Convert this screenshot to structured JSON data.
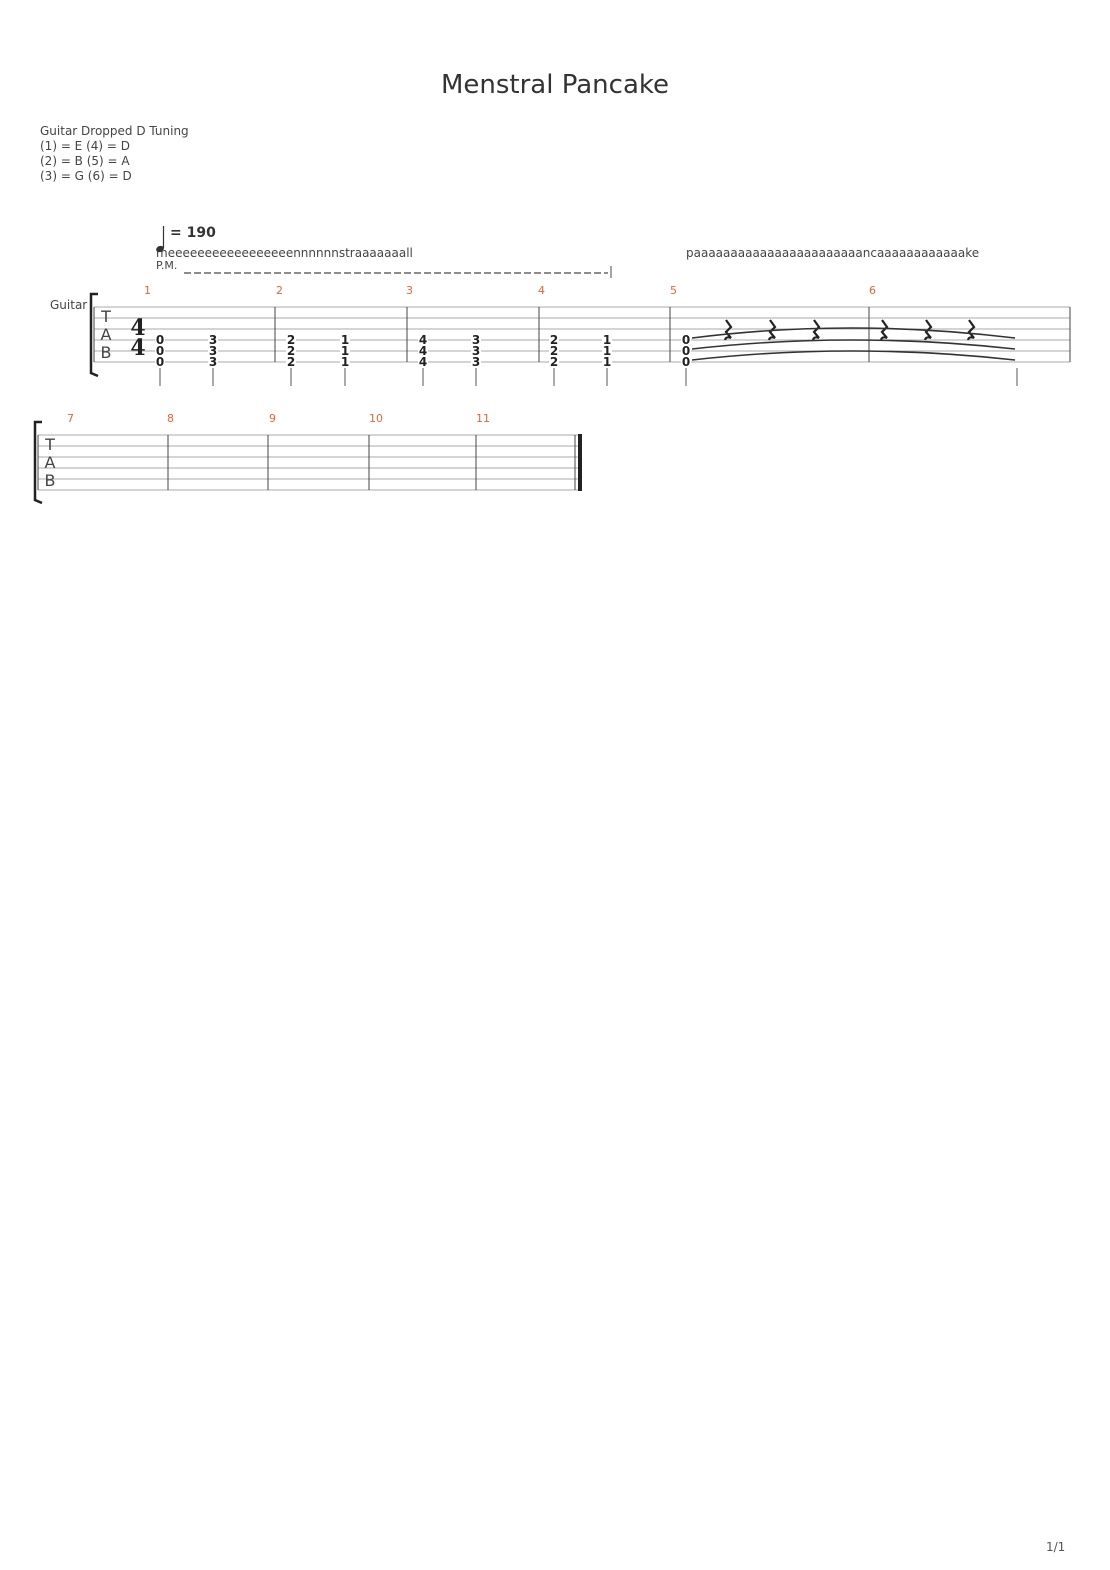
{
  "score": {
    "title": "Menstral Pancake",
    "tuning": {
      "name": "Guitar Dropped D Tuning",
      "lines": [
        "(1) = E (4) = D",
        "(2) = B (5) = A",
        "(3) = G (6) = D"
      ]
    },
    "tempo": {
      "equals": "= 190",
      "bpm": 190
    },
    "lyrics": [
      "meeeeeeeeeeeeeeeeennnnnnstraaaaaaall",
      "paaaaaaaaaaaaaaaaaaaaaaancaaaaaaaaaaaake"
    ],
    "palm_mute_label": "P.M.",
    "instrument_label": "Guitar",
    "time_signature": {
      "top": "4",
      "bottom": "4"
    },
    "tab_letters": [
      "T",
      "A",
      "B"
    ],
    "measure_numbers": [
      "1",
      "2",
      "3",
      "4",
      "5",
      "6",
      "7",
      "8",
      "9",
      "10",
      "11"
    ],
    "chords": [
      {
        "measure": 1,
        "frets": [
          "0",
          "0",
          "0"
        ]
      },
      {
        "measure": 1,
        "frets": [
          "3",
          "3",
          "3"
        ]
      },
      {
        "measure": 2,
        "frets": [
          "2",
          "2",
          "2"
        ]
      },
      {
        "measure": 2,
        "frets": [
          "1",
          "1",
          "1"
        ]
      },
      {
        "measure": 3,
        "frets": [
          "4",
          "4",
          "4"
        ]
      },
      {
        "measure": 3,
        "frets": [
          "3",
          "3",
          "3"
        ]
      },
      {
        "measure": 4,
        "frets": [
          "2",
          "2",
          "2"
        ]
      },
      {
        "measure": 4,
        "frets": [
          "1",
          "1",
          "1"
        ]
      },
      {
        "measure": 5,
        "frets": [
          "0",
          "0",
          "0"
        ]
      }
    ],
    "page_number": "1/1"
  },
  "colors": {
    "measure_number": "#e8643c",
    "staff_line": "#aaaaaa",
    "text": "#333333"
  }
}
